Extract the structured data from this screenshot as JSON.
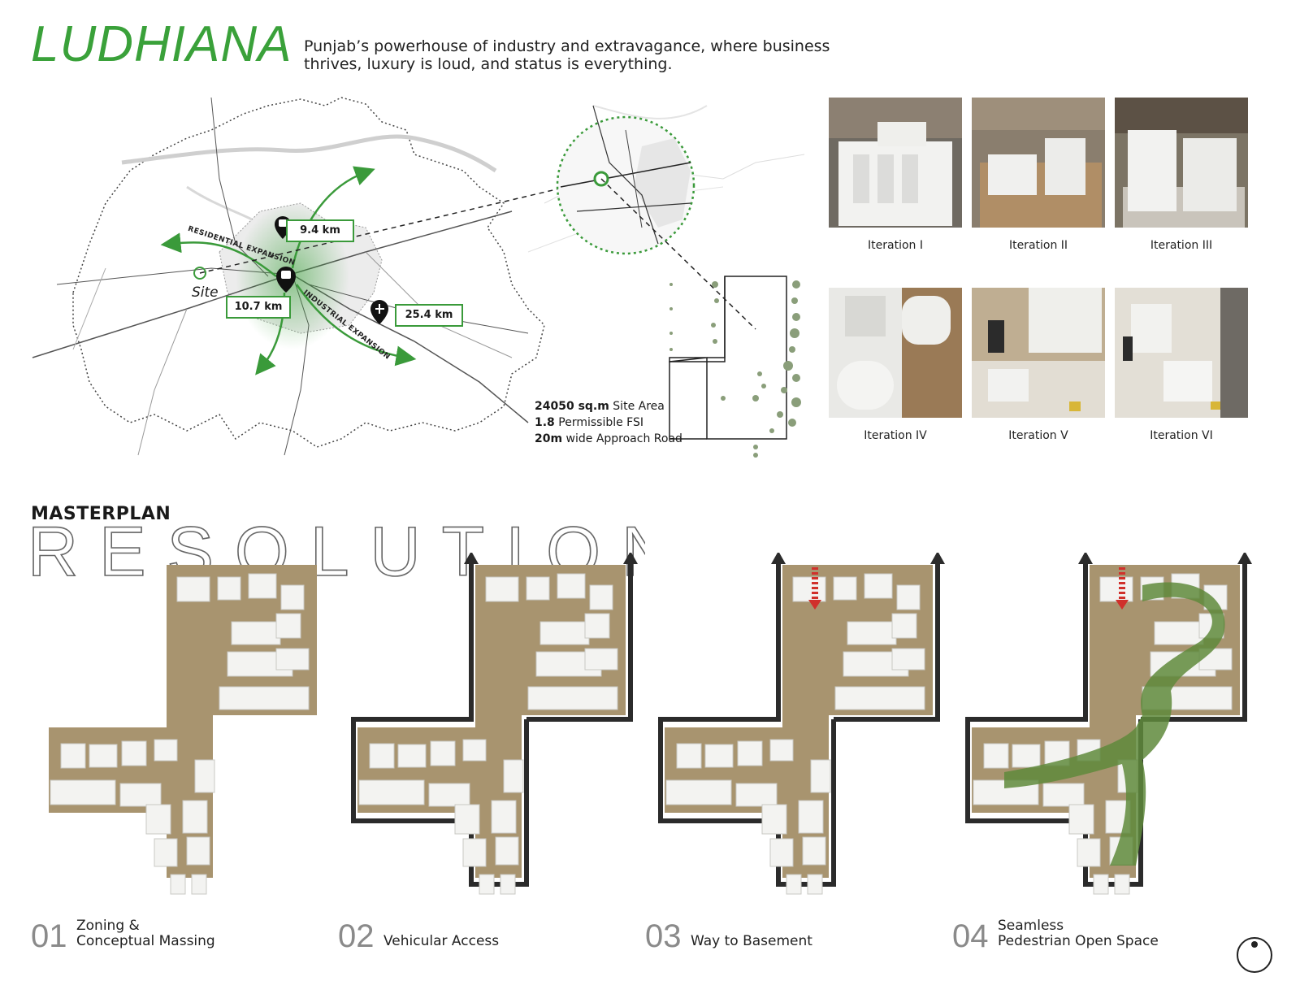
{
  "header": {
    "title": "LUDHIANA",
    "tagline": "Punjab’s powerhouse of industry and extravagance, where business thrives, luxury is loud, and status is everything."
  },
  "map": {
    "site_label": "Site",
    "distances": [
      "9.4 km",
      "10.7 km",
      "25.4 km"
    ],
    "residential_label": "RESIDENTIAL EXPANSION",
    "industrial_label": "INDUSTRIAL EXPANSION",
    "icons": [
      "railway-station-icon",
      "bus-station-icon",
      "airport-icon"
    ]
  },
  "site_facts": [
    {
      "value": "24050 sq.m",
      "label": "Site Area"
    },
    {
      "value": "1.8",
      "label": "Permissible FSI"
    },
    {
      "value": "20m",
      "label": "wide Approach Road"
    }
  ],
  "iterations": [
    "Iteration I",
    "Iteration II",
    "Iteration III",
    "Iteration IV",
    "Iteration V",
    "Iteration VI"
  ],
  "masterplan": {
    "title": "MASTERPLAN",
    "outline_word": "RESOLUTION",
    "steps": [
      {
        "num": "01",
        "line1": "Zoning &",
        "line2": "Conceptual Massing"
      },
      {
        "num": "02",
        "line1": "",
        "line2": "Vehicular Access"
      },
      {
        "num": "03",
        "line1": "",
        "line2": "Way to Basement"
      },
      {
        "num": "04",
        "line1": "Seamless",
        "line2": "Pedestrian Open Space"
      }
    ]
  },
  "colors": {
    "accent_green": "#3aa13a",
    "open_space_green": "#5f8a3c",
    "model_base": "#a8946f",
    "road_dark": "#2b2b2b",
    "basement_red": "#d0302b",
    "tree_green": "#8a9e7a"
  }
}
